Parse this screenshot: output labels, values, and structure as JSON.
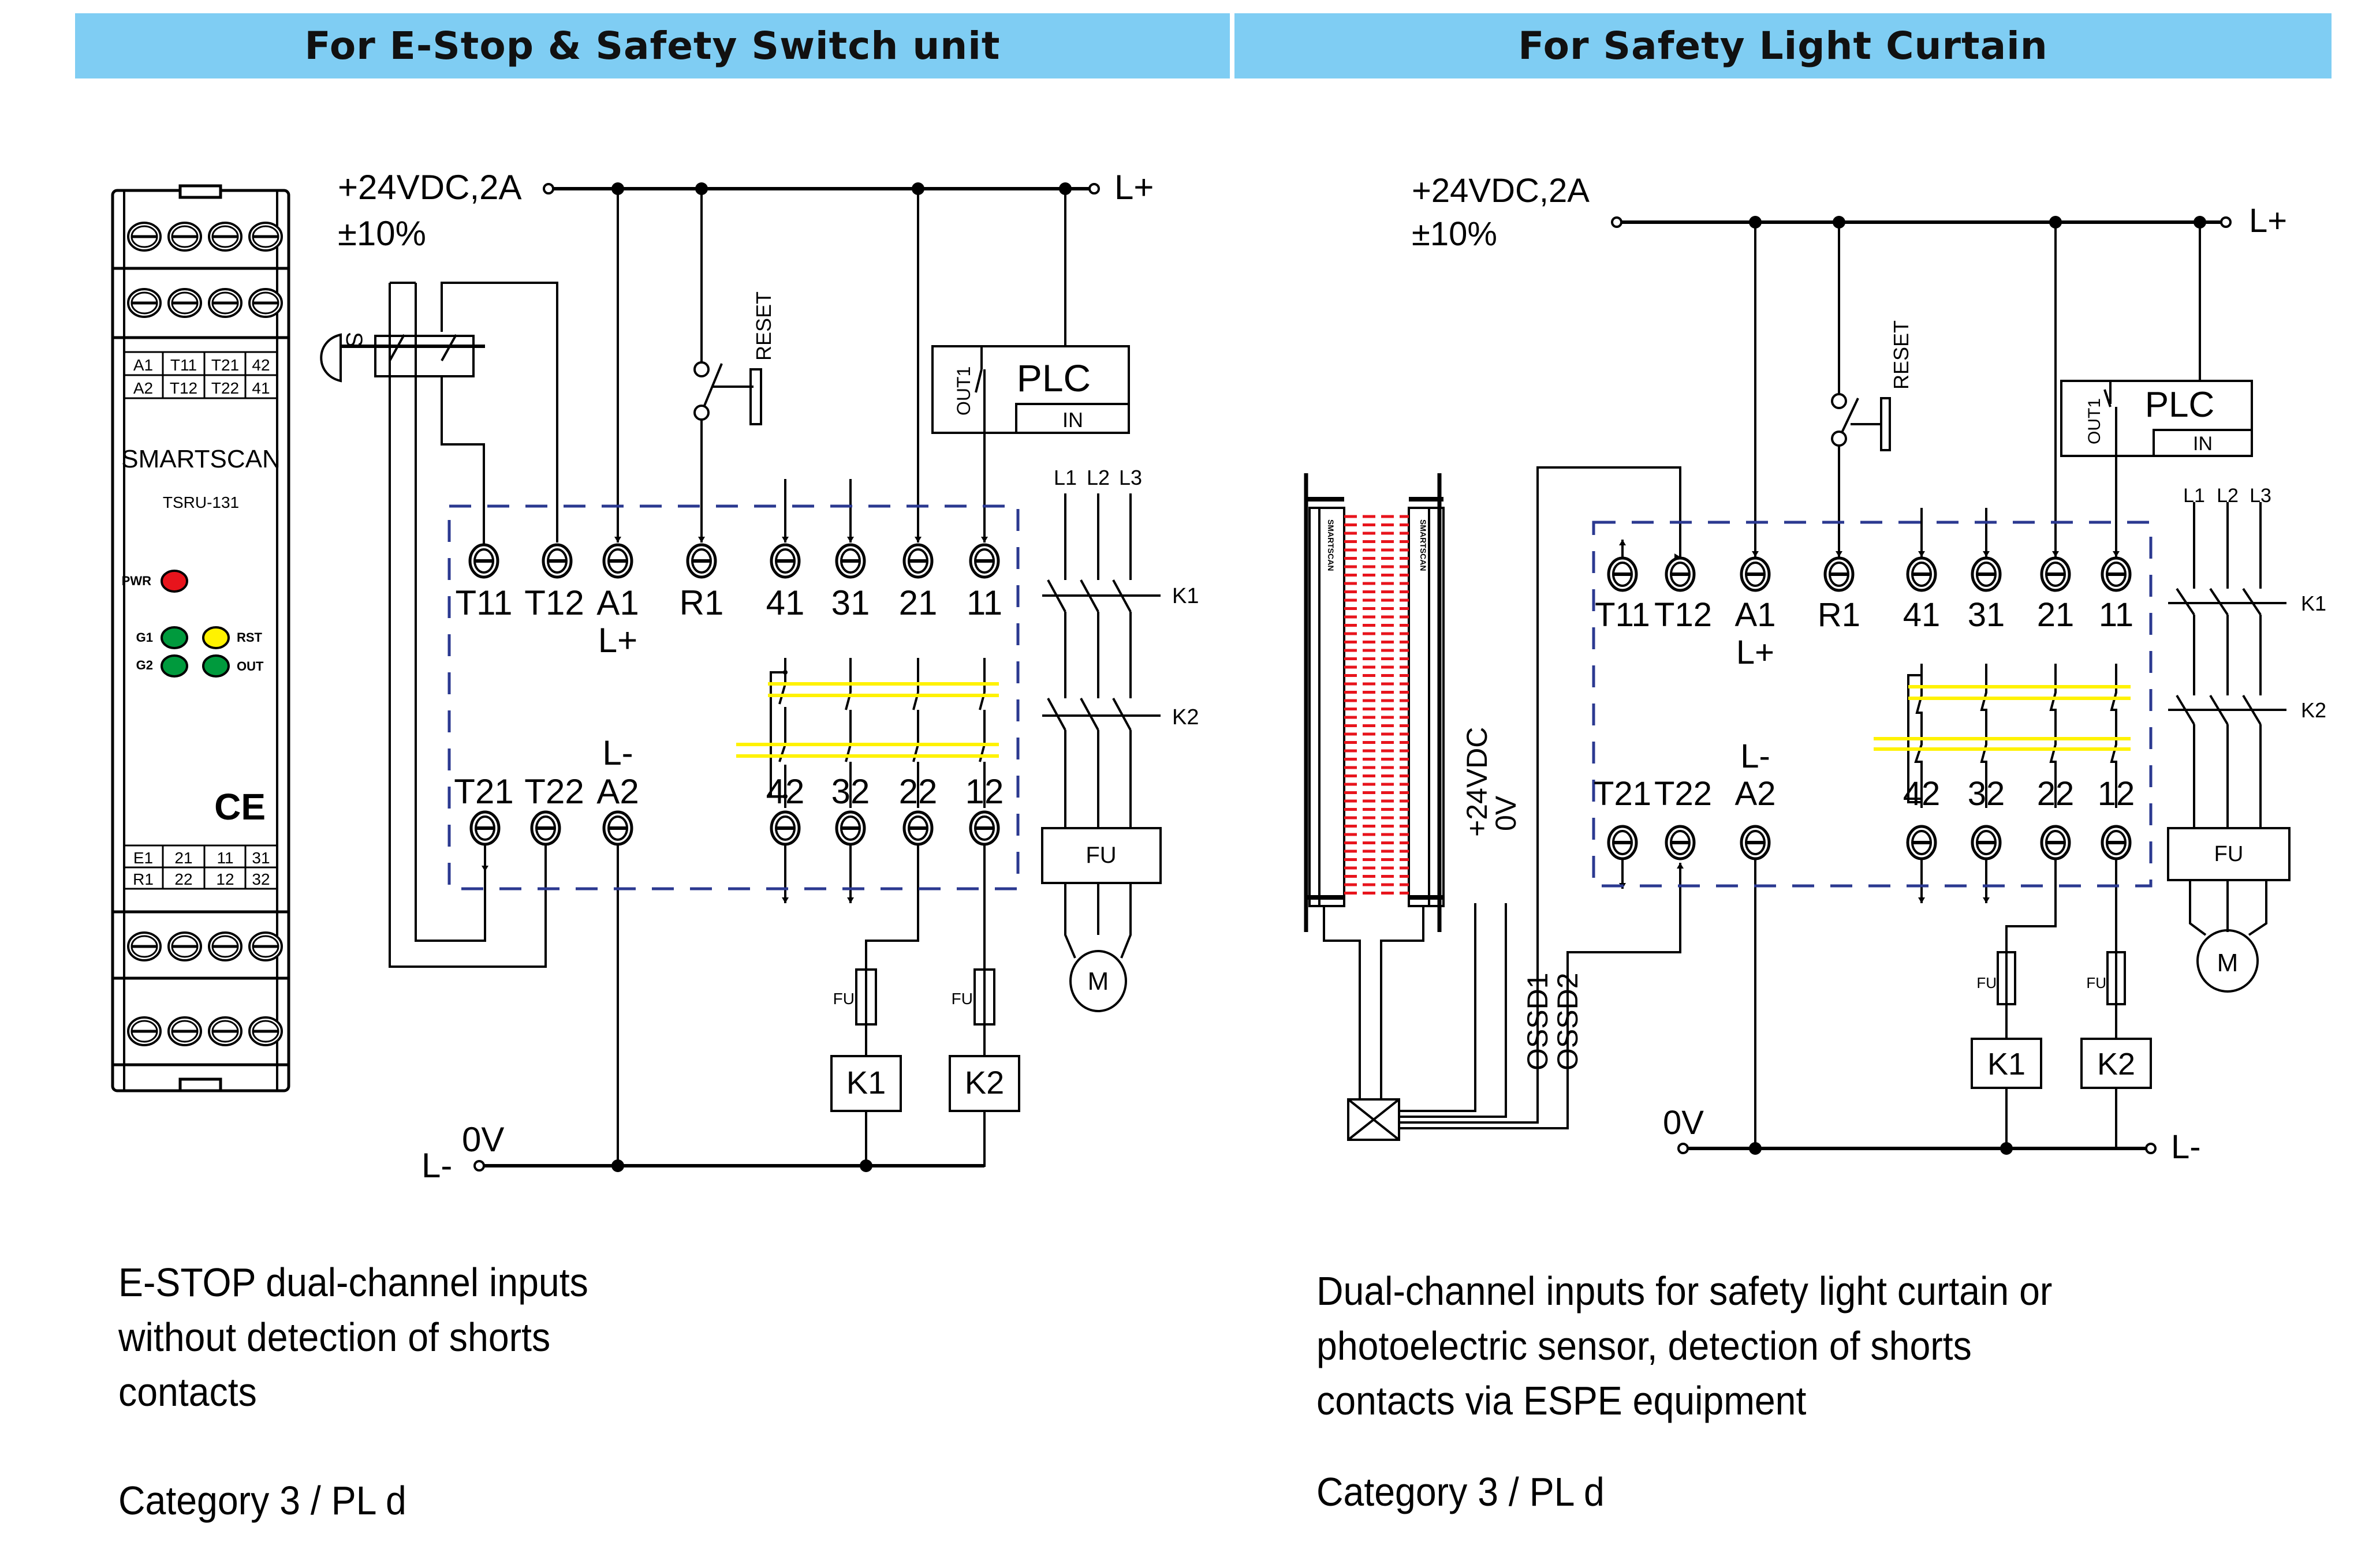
{
  "headers": {
    "left": "For E-Stop & Safety Switch unit",
    "right": "For Safety Light Curtain"
  },
  "device": {
    "brand": "SMARTSCAN",
    "model": "TSRU-131",
    "top_labels": [
      [
        "A1",
        "T11",
        "T21",
        "42"
      ],
      [
        "A2",
        "T12",
        "T22",
        "41"
      ]
    ],
    "bottom_labels": [
      [
        "E1",
        "21",
        "11",
        "31"
      ],
      [
        "R1",
        "22",
        "12",
        "32"
      ]
    ],
    "leds": [
      {
        "label": "PWR",
        "color": "#e8141c"
      },
      {
        "label": "G1",
        "color": "#009a3d"
      },
      {
        "label": "RST",
        "color": "#fff200"
      },
      {
        "label": "G2",
        "color": "#009a3d"
      },
      {
        "label": "OUT",
        "color": "#009a3d"
      }
    ],
    "ce_mark": "CE"
  },
  "colors": {
    "header_bg": "#7fcdf3",
    "dashed_box": "#2b3990",
    "contact_highlight": "#fff200",
    "light_beam": "#e8141c"
  },
  "supply": {
    "voltage": "+24VDC,2A",
    "tolerance": "±10%",
    "positive": "L+",
    "negative": "L-",
    "zero": "0V"
  },
  "terminals": {
    "top": [
      "T11",
      "T12",
      "A1",
      "R1",
      "41",
      "31",
      "21",
      "11"
    ],
    "bottom": [
      "T21",
      "T22",
      "A2",
      "42",
      "32",
      "22",
      "12"
    ],
    "a1_sub": "L+",
    "a2_sub": "L-"
  },
  "components": {
    "estop": "S",
    "reset": "RESET",
    "plc": "PLC",
    "plc_out": "OUT1",
    "plc_in": "IN",
    "phases": [
      "L1",
      "L2",
      "L3"
    ],
    "contactor1": "K1",
    "contactor2": "K2",
    "fuse": "FU",
    "motor": "M"
  },
  "curtain": {
    "brand": "SMARTSCAN",
    "supply": "+24VDC",
    "zero": "0V",
    "ossd1": "OSSD1",
    "ossd2": "OSSD2"
  },
  "descriptions": {
    "left": [
      "E-STOP dual-channel inputs",
      "without detection of shorts",
      "contacts"
    ],
    "left_category": "Category 3 / PL d",
    "right": [
      "Dual-channel inputs for safety light curtain or",
      "photoelectric sensor, detection of shorts",
      "contacts via ESPE equipment"
    ],
    "right_category": "Category 3 / PL d"
  }
}
